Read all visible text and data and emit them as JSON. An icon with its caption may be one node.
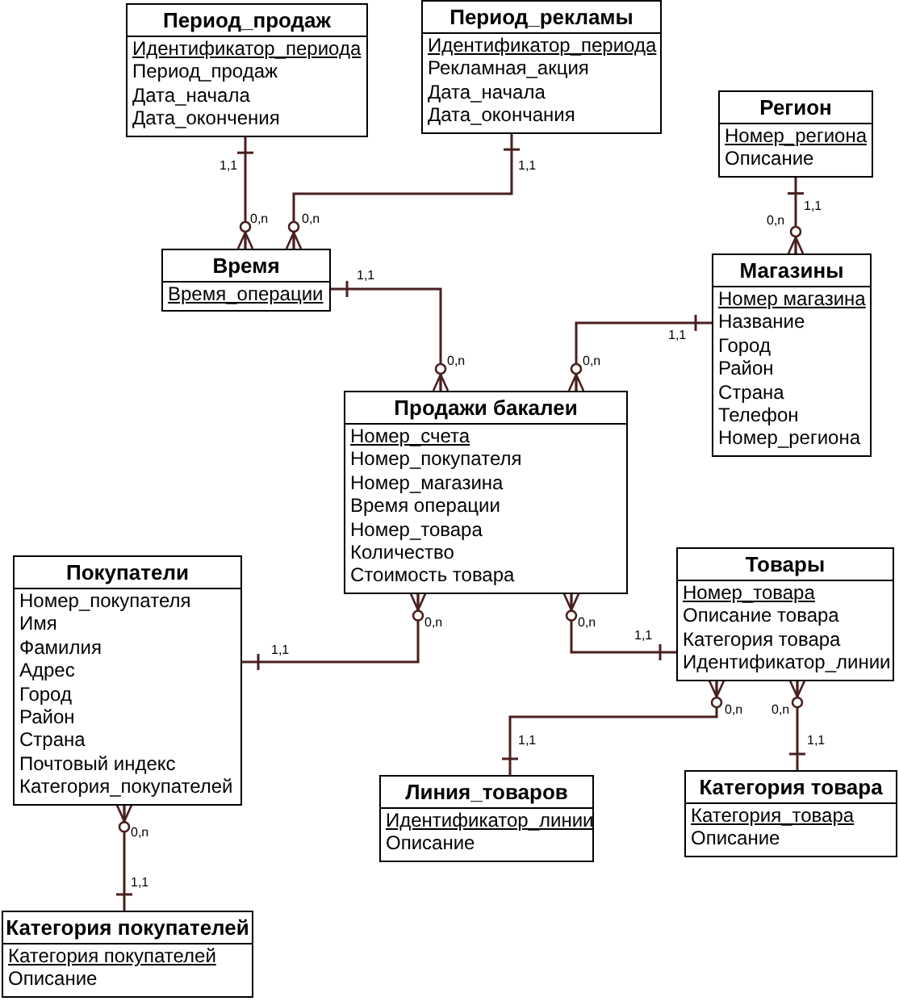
{
  "diagram": {
    "nodes": [
      {
        "text": [
          "Период_продаж",
          "Идентификатор_периода",
          "Период_продаж",
          "Дата_начала",
          "Дата_окончения"
        ]
      },
      {
        "text": [
          "Период_рекламы",
          "Идентификатор_периода",
          "Рекламная_акция",
          "Дата_начала",
          "Дата_окончания"
        ]
      },
      {
        "text": [
          "Регион",
          "Номер_региона",
          "Описание"
        ]
      },
      {
        "text": [
          "Время",
          "Время_операции"
        ]
      },
      {
        "text": [
          "Магазины",
          "Номер магазина",
          "Название",
          "Город",
          "Район",
          "Страна",
          "Телефон",
          "Номер_региона"
        ]
      },
      {
        "text": [
          "Продажи бакалеи",
          "Номер_счета",
          "Номер_покупателя",
          "Номер_магазина",
          "Время операции",
          "Номер_товара",
          "Количество",
          "Стоимость товара"
        ]
      },
      {
        "text": [
          "Покупатели",
          "Номер_покупателя",
          "Имя",
          "Фамилия",
          "Адрес",
          "Город",
          "Район",
          "Страна",
          "Почтовый индекс",
          "Категория_покупателей"
        ]
      },
      {
        "text": [
          "Товары",
          "Номер_товара",
          "Описание товара",
          "Категория товара",
          "Идентификатор_линии"
        ]
      },
      {
        "text": [
          "Линия_товаров",
          "Идентификатор_линии",
          "Описание"
        ]
      },
      {
        "text": [
          "Категория товара",
          "Категория_товара",
          "Описание"
        ]
      },
      {
        "text": [
          "Категория покупателей",
          "Категория покупателей",
          "Описание"
        ]
      }
    ],
    "edges": [
      {
        "from": 0,
        "to": 3,
        "arrow": "other"
      },
      {
        "from": 1,
        "to": 3,
        "arrow": "other"
      },
      {
        "from": 2,
        "to": 4,
        "arrow": "other"
      },
      {
        "from": 3,
        "to": 5,
        "arrow": "other"
      },
      {
        "from": 4,
        "to": 5,
        "arrow": "other"
      },
      {
        "from": 6,
        "to": 5,
        "arrow": "other"
      },
      {
        "from": 7,
        "to": 5,
        "arrow": "other"
      },
      {
        "from": 8,
        "to": 7,
        "arrow": "other"
      },
      {
        "from": 9,
        "to": 7,
        "arrow": "other"
      },
      {
        "from": 10,
        "to": 6,
        "arrow": "other"
      }
    ],
    "labels": [
      "1,1",
      "1,1",
      "1,1",
      "0,n",
      "0,n",
      "0,n",
      "1,1",
      "1,1",
      "0,n",
      "0,n",
      "0,n",
      "0,n",
      "1,1",
      "1,1",
      "0,n",
      "0,n",
      "1,1",
      "1,1",
      "0,n",
      "1,1"
    ]
  }
}
